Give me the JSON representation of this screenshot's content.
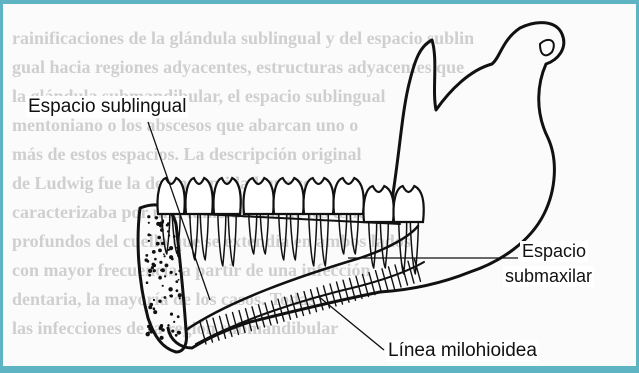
{
  "figure": {
    "labels": {
      "sublingual": "Espacio sublingual",
      "submaxilar_line1": "Espacio",
      "submaxilar_line2": "submaxilar",
      "milohioidea": "Línea milohioidea"
    },
    "background_text_lines": [
      "rainificaciones de la glándula sublingual y del espacio sublin",
      "gual hacia regiones adyacentes, estructuras adyacentes que",
      "la glándula submandibular, el espacio sublingual",
      "mentoniano o los abscesos que abarcan uno o",
      "más de estos espacios. La descripción original",
      "de Ludwig fue la de una entidad que se",
      "caracterizaba por una tumefacción de los tejidos",
      "profundos del cuello que se extendía en ambos lados",
      "con mayor frecuencia a partir de una infección",
      "dentaria, la mayoría de los casos. Todas",
      "las infecciones de la región submandibular"
    ],
    "colors": {
      "frame": "#5fb4c4",
      "ink": "#111111",
      "background_text": "#cfcfcf"
    }
  }
}
